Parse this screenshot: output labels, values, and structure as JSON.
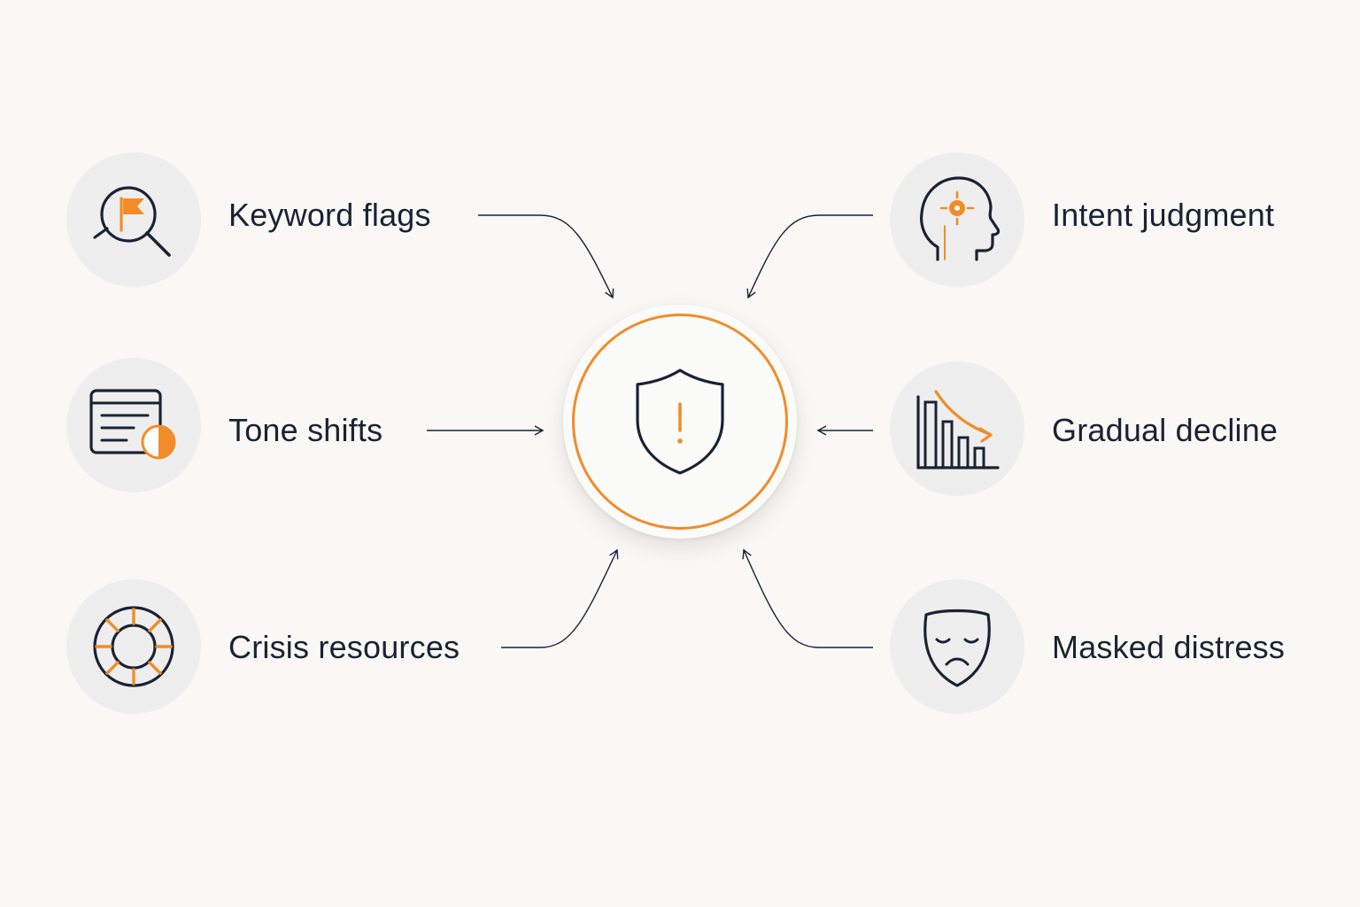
{
  "colors": {
    "accent": "#f28c28",
    "ink": "#1a2233",
    "icon_bg": "#eeeeee",
    "background": "#f9f8f5"
  },
  "hub": {
    "icon": "shield-alert-icon"
  },
  "nodes": {
    "keyword_flags": {
      "label": "Keyword flags",
      "icon": "magnifier-flag-icon"
    },
    "tone_shifts": {
      "label": "Tone shifts",
      "icon": "document-contrast-icon"
    },
    "crisis_resources": {
      "label": "Crisis resources",
      "icon": "lifebuoy-icon"
    },
    "intent_judgment": {
      "label": "Intent judgment",
      "icon": "head-target-icon"
    },
    "gradual_decline": {
      "label": "Gradual decline",
      "icon": "declining-bars-icon"
    },
    "masked_distress": {
      "label": "Masked distress",
      "icon": "sad-mask-icon"
    }
  }
}
